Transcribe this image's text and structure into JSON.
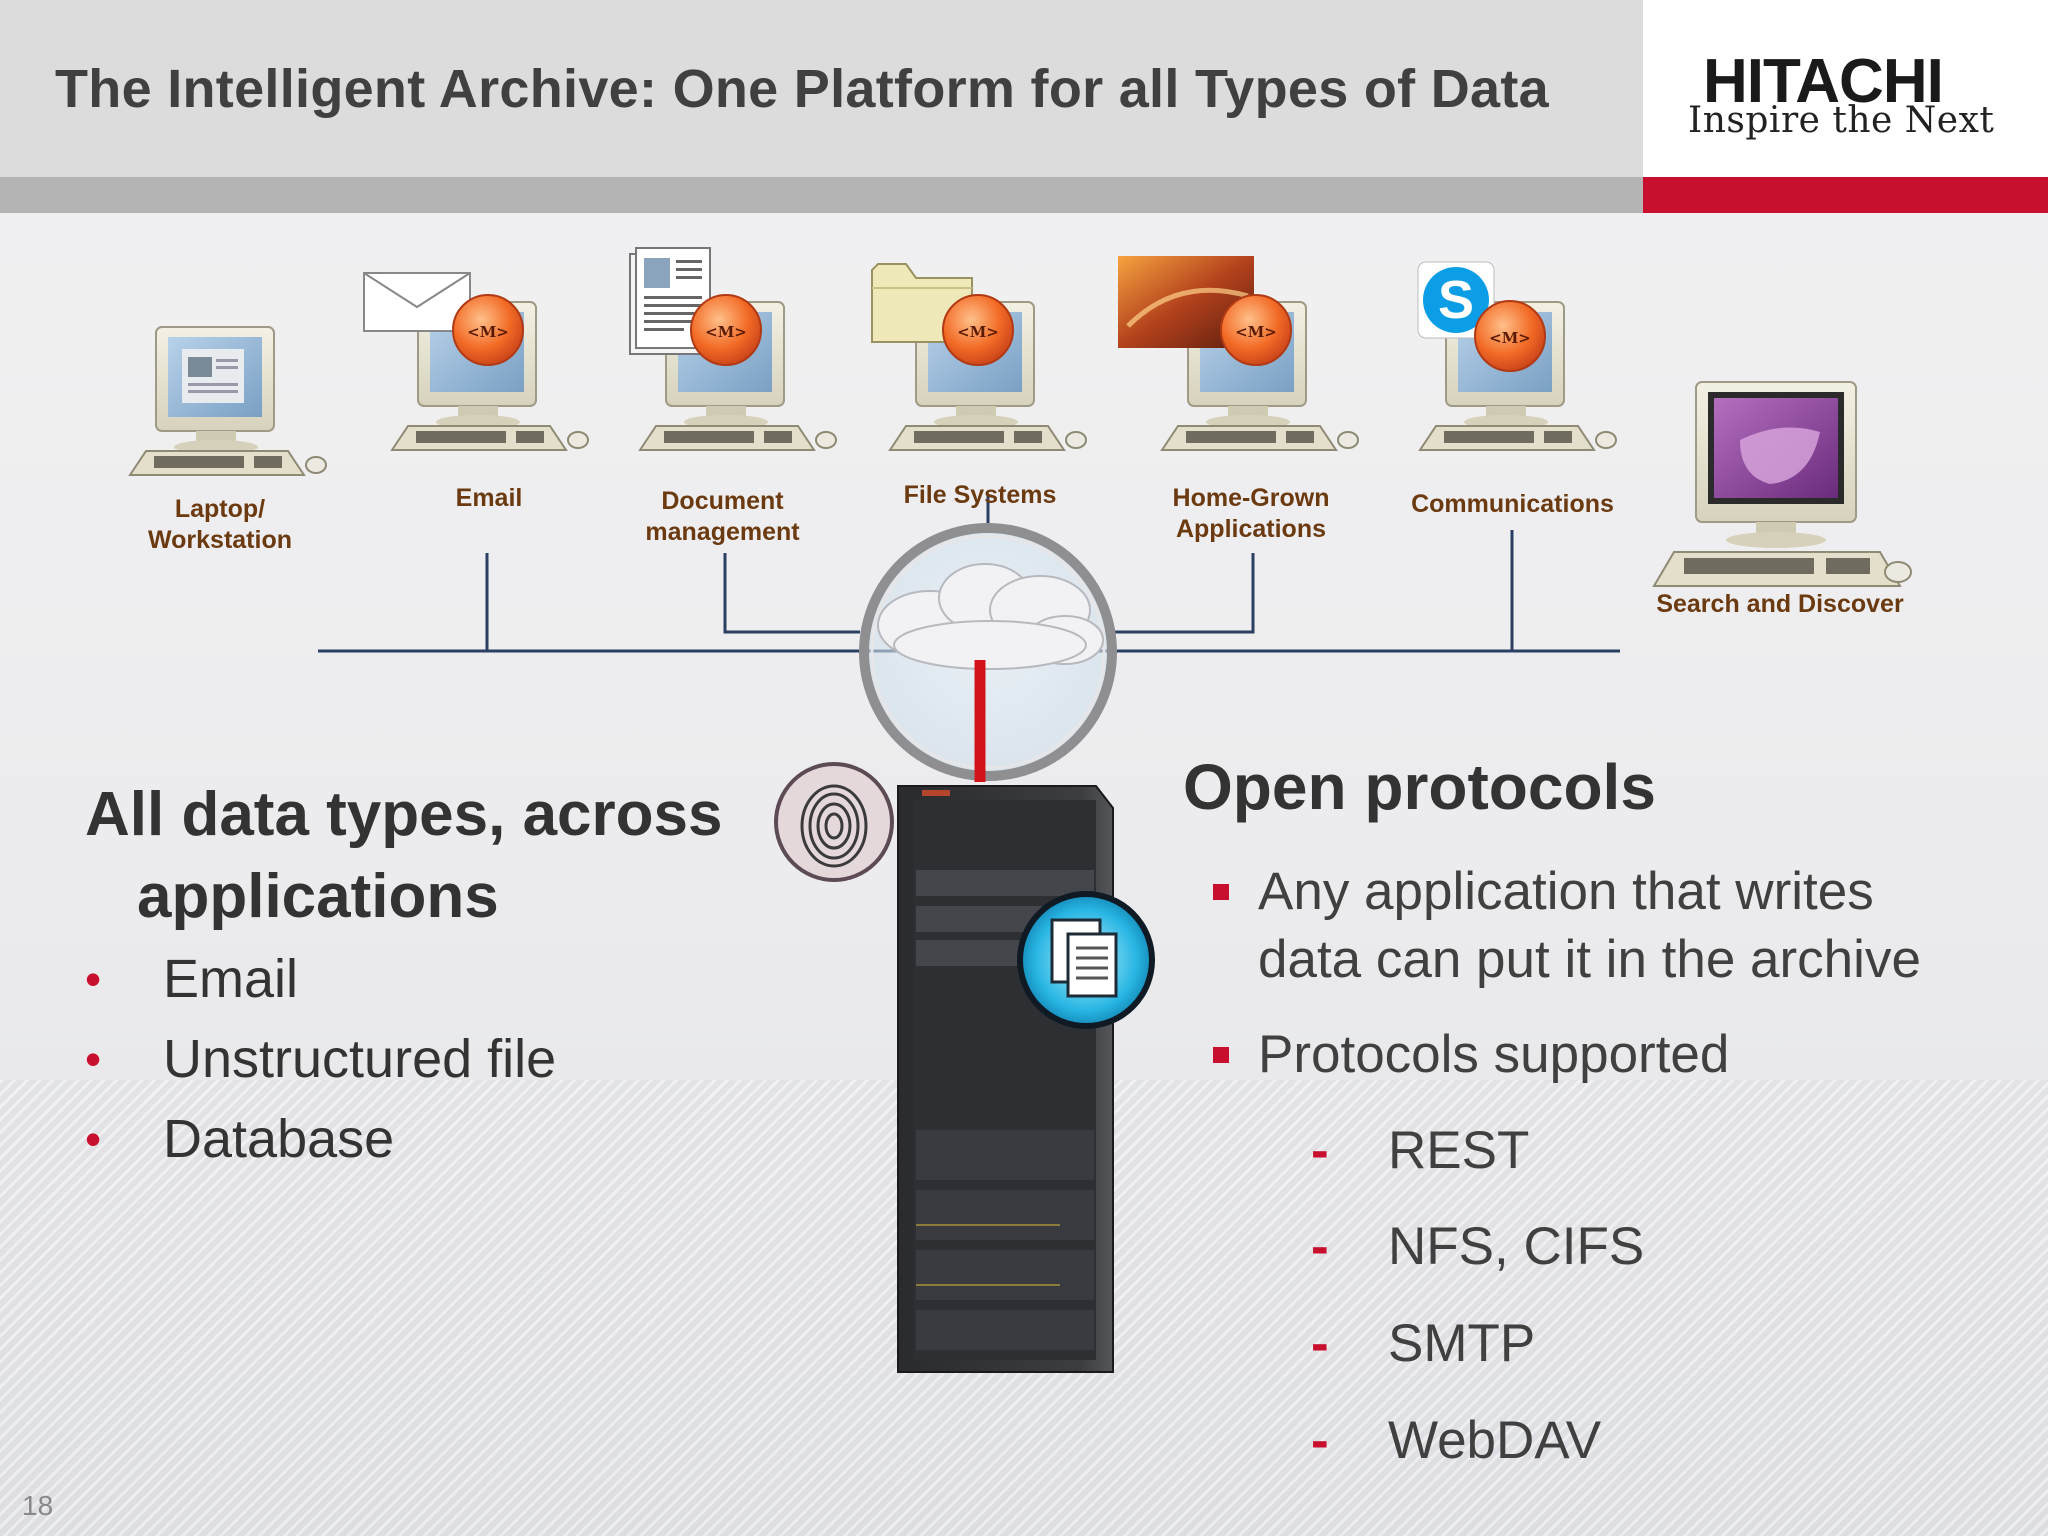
{
  "slide": {
    "title": "The Intelligent Archive: One Platform for all Types of Data",
    "page_number": "18"
  },
  "brand": {
    "name": "HITACHI",
    "tagline": "Inspire the Next",
    "accent_color": "#c8102e"
  },
  "sources": {
    "laptop": {
      "line1": "Laptop/",
      "line2": "Workstation",
      "icon": "desktop-computer-icon"
    },
    "email": {
      "line1": "Email",
      "icon": "envelope-icon"
    },
    "document": {
      "line1": "Document",
      "line2": "management",
      "icon": "document-icon"
    },
    "filesystems": {
      "line1": "File Systems",
      "icon": "folder-icon"
    },
    "homegrown": {
      "line1": "Home-Grown",
      "line2": "Applications",
      "icon": "film-strip-icon"
    },
    "communications": {
      "line1": "Communications",
      "icon": "skype-icon"
    },
    "search": {
      "line1": "Search and Discover",
      "icon": "search-screen-icon"
    }
  },
  "agent_badge": "<M>",
  "left_panel": {
    "heading_line1": "All data types, across",
    "heading_line2": "applications",
    "bullet_symbol": "•",
    "bullets": [
      "Email",
      "Unstructured file",
      "Database"
    ]
  },
  "right_panel": {
    "heading": "Open protocols",
    "bullet1_line1": "Any application that writes",
    "bullet1_line2": "data can put it in the archive",
    "bullet2": "Protocols supported",
    "dash_symbol": "-",
    "protocols": [
      "REST",
      "NFS, CIFS",
      "SMTP",
      "WebDAV"
    ]
  }
}
